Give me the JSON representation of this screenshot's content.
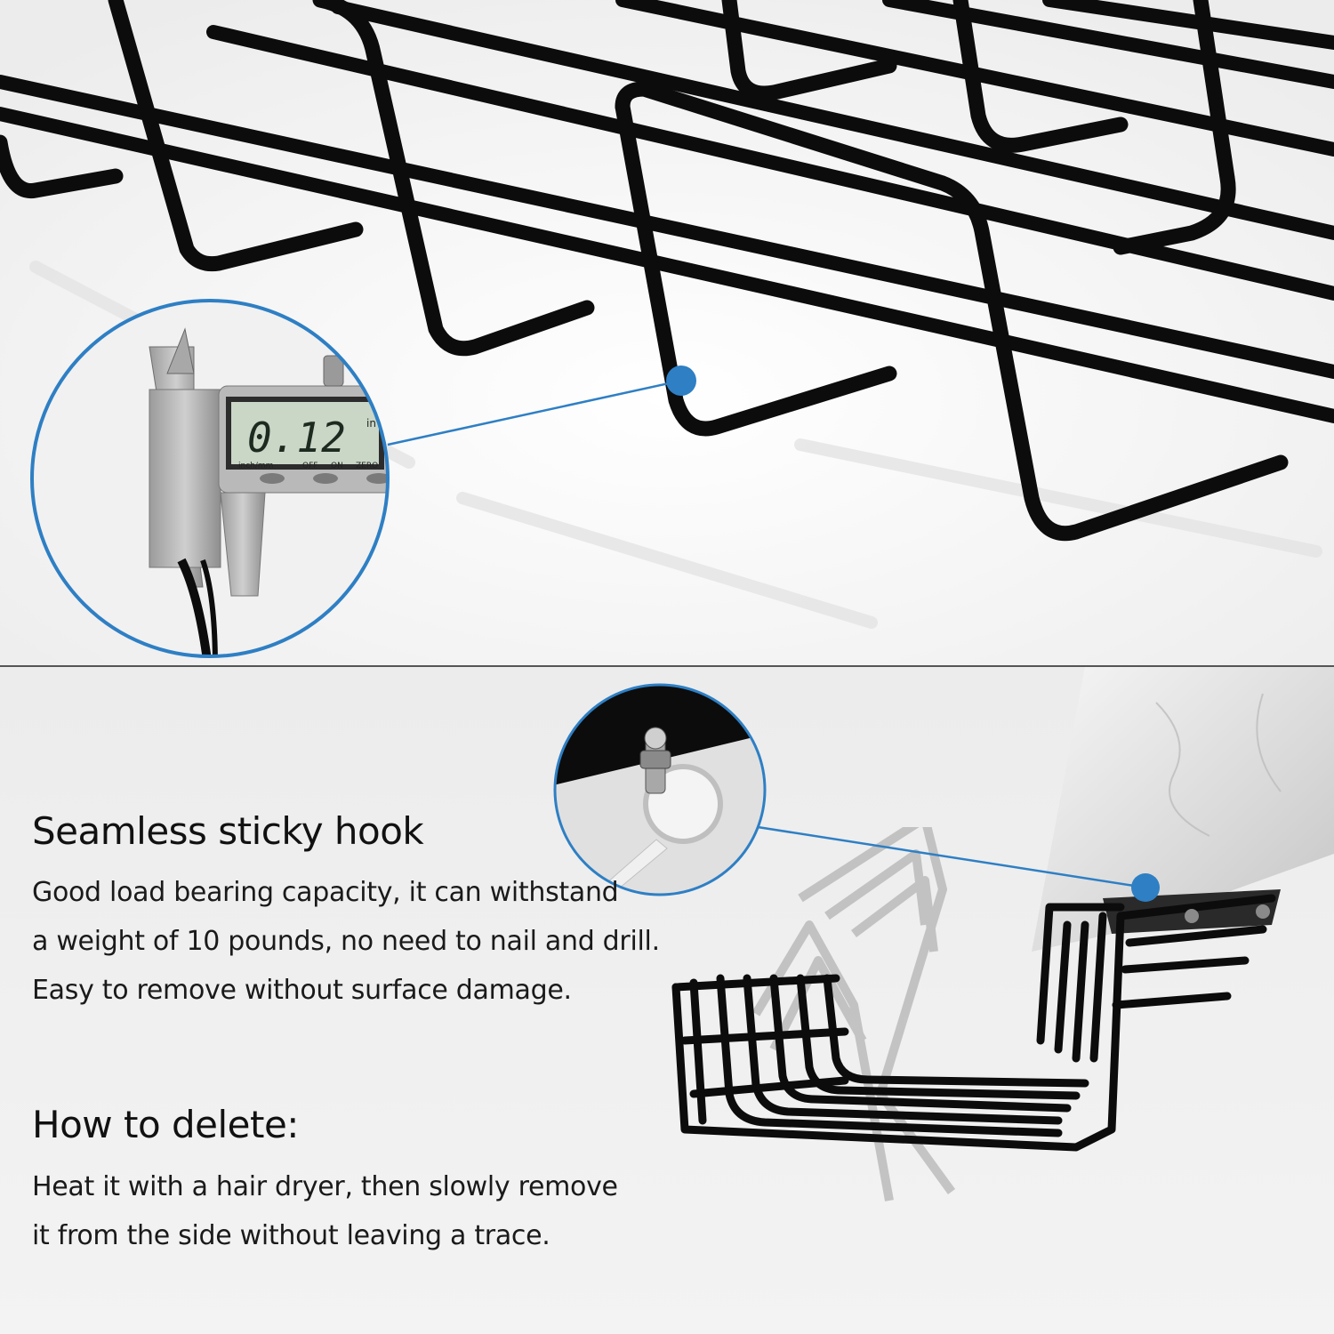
{
  "caliper": {
    "reading": "0.12",
    "unit": "in",
    "button_labels": [
      "inch/mm",
      "OFF",
      "ON",
      "ZERO"
    ]
  },
  "section_hook": {
    "title": "Seamless sticky hook",
    "lines": [
      "Good load bearing capacity, it can withstand",
      "a weight of 10 pounds, no need to nail and drill.",
      "Easy to remove without surface damage."
    ]
  },
  "section_delete": {
    "title": "How to delete:",
    "lines": [
      "Heat it with a hair dryer, then slowly remove",
      "it from the side without leaving a trace."
    ]
  },
  "colors": {
    "callout_blue": "#2e7fc4",
    "wire_black": "#0c0c0c"
  }
}
